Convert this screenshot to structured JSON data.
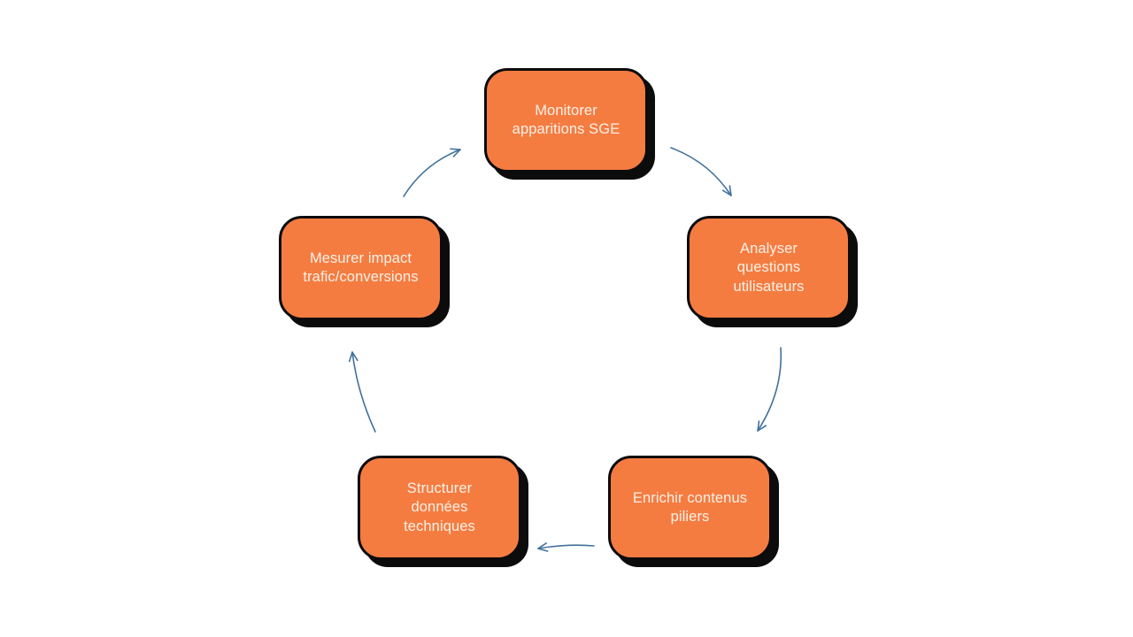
{
  "canvas": {
    "background": "#ffffff"
  },
  "diagram": {
    "type": "cycle",
    "direction": "clockwise",
    "style": {
      "node_fill": "#F57C41",
      "node_border": "#0b0b0b",
      "node_shadow": "#0c0c0c",
      "node_text_color": "#F9F1E7",
      "arrow_color": "#41719C"
    },
    "nodes": [
      {
        "id": "monitorer-sge",
        "position": "top",
        "label": "Monitorer\napparitions SGE"
      },
      {
        "id": "analyser-questions",
        "position": "right",
        "label": "Analyser\nquestions\nutilisateurs"
      },
      {
        "id": "enrichir-contenus",
        "position": "bottom-right",
        "label": "Enrichir contenus\npiliers"
      },
      {
        "id": "structurer-donnees",
        "position": "bottom-left",
        "label": "Structurer\ndonnées\ntechniques"
      },
      {
        "id": "mesurer-impact",
        "position": "left",
        "label": "Mesurer impact\ntrafic/conversions"
      }
    ],
    "connections": [
      {
        "from": "monitorer-sge",
        "to": "analyser-questions"
      },
      {
        "from": "analyser-questions",
        "to": "enrichir-contenus"
      },
      {
        "from": "enrichir-contenus",
        "to": "structurer-donnees"
      },
      {
        "from": "structurer-donnees",
        "to": "mesurer-impact"
      },
      {
        "from": "mesurer-impact",
        "to": "monitorer-sge"
      }
    ]
  }
}
